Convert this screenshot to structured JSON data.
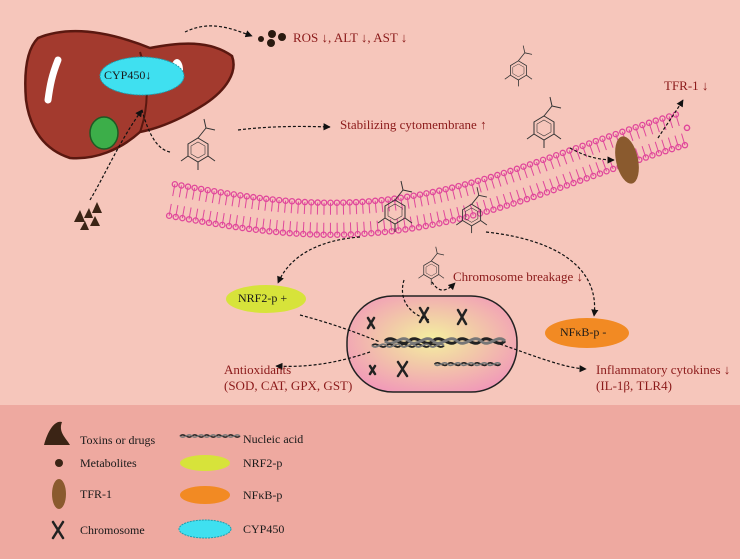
{
  "labels": {
    "cyp450": "CYP450↓",
    "ros": "ROS ↓, ALT ↓, AST ↓",
    "stabilizing": "Stabilizing cytomembrane ↑",
    "tfr1": "TFR-1 ↓",
    "chromosome_breakage": "Chromosome breakage ↓",
    "nrf2": "NRF2-p +",
    "nfkb": "NFκB-p -",
    "antioxidants_line1": "Antioxidants",
    "antioxidants_line2": "(SOD, CAT, GPX, GST)",
    "inflammatory_line1": "Inflammatory cytokines ↓",
    "inflammatory_line2": "(IL-1β, TLR4)"
  },
  "legend": [
    {
      "icon": "toxin-icon",
      "label": "Toxins or drugs"
    },
    {
      "icon": "metabolite-icon",
      "label": "Metabolites"
    },
    {
      "icon": "tfr1-icon",
      "label": "TFR-1"
    },
    {
      "icon": "chromosome-icon",
      "label": "Chromosome"
    },
    {
      "icon": "nucleic-acid-icon",
      "label": "Nucleic acid"
    },
    {
      "icon": "nrf2-icon",
      "label": "NRF2-p"
    },
    {
      "icon": "nfkb-icon",
      "label": "NFκB-p"
    },
    {
      "icon": "cyp450-icon",
      "label": "CYP450"
    }
  ],
  "colors": {
    "background": "#f6c6bb",
    "legend_bg": "#eea9a0",
    "liver": "#a33a2e",
    "cyp450": "#3fe0f0",
    "gallbladder": "#3cae49",
    "membrane": "#e0479b",
    "nrf2": "#d7e33a",
    "nfkb": "#f28a23",
    "tfr1": "#8a5a2e",
    "label_red": "#8b1a1a"
  }
}
